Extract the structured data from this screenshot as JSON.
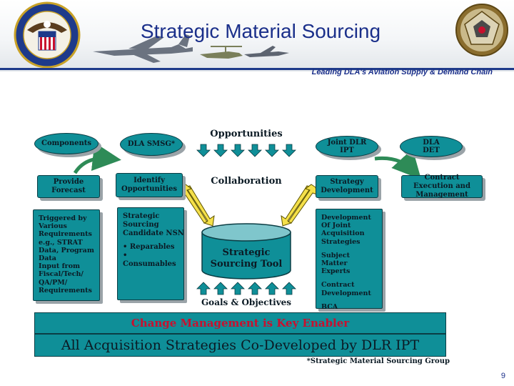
{
  "header": {
    "title": "Strategic Material Sourcing",
    "subtitle": "Leading DLA's Aviation Supply & Demand Chain"
  },
  "page_number": "9",
  "diagram": {
    "ovals": {
      "components": "Components",
      "dla_smsg": "DLA SMSG*",
      "joint_dlr_ipt": "Joint DLR IPT",
      "dla_det": "DLA DET"
    },
    "boxes": {
      "provide_forecast": "Provide Forecast",
      "identify_opportunities": "Identify Opportunities",
      "strategy_development": "Strategy Development",
      "contract_execution": "Contract Execution and Management"
    },
    "left_list": [
      "Triggered by",
      "Various",
      "Requirements",
      "e.g., STRAT",
      "Data, Program",
      "Data",
      "Input from",
      "Fiscal/Tech/",
      "QA/PM/",
      "Requirements"
    ],
    "middle_list": {
      "lines": [
        "Strategic",
        "Sourcing",
        "Candidate NSN"
      ],
      "bullets": [
        "• Reparables",
        "• Consumables"
      ]
    },
    "right_list": {
      "group1": [
        "Development",
        "Of Joint",
        "Acquisition",
        "Strategies"
      ],
      "group2": [
        "Subject Matter",
        "Experts"
      ],
      "group3": [
        "Contract",
        "Development"
      ],
      "group4": [
        "BCA"
      ]
    },
    "opportunities": "Opportunities",
    "collaboration": "Collaboration",
    "cylinder": "Strategic Sourcing Tool",
    "goals": "Goals & Objectives",
    "banner1": "Change Management is Key Enabler",
    "banner2": "All Acquisition Strategies Co-Developed by DLR IPT",
    "footnote": "*Strategic Material Sourcing Group"
  },
  "colors": {
    "teal": "#0f8f98",
    "navy": "#1a2f8a",
    "red_text": "#c8102e",
    "arrow_green": "#2e8b57",
    "arrow_yellow": "#f5e04a"
  }
}
